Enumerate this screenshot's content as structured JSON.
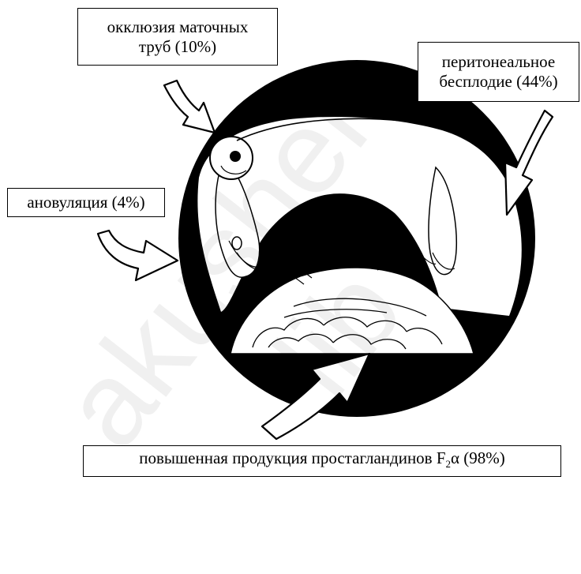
{
  "labels": {
    "occlusion_line1": "окклюзия маточных",
    "occlusion_line2": "труб (10%)",
    "peritoneal_line1": "перитонеальное",
    "peritoneal_line2": "бесплодие (44%)",
    "anovulation": "ановуляция (4%)",
    "prostaglandin_prefix": "повышенная продукция простагландинов F",
    "prostaglandin_subscript": "2",
    "prostaglandin_suffix": "α (98%)"
  },
  "watermark": "akusher-lib",
  "colors": {
    "ink": "#000000",
    "paper": "#ffffff"
  }
}
